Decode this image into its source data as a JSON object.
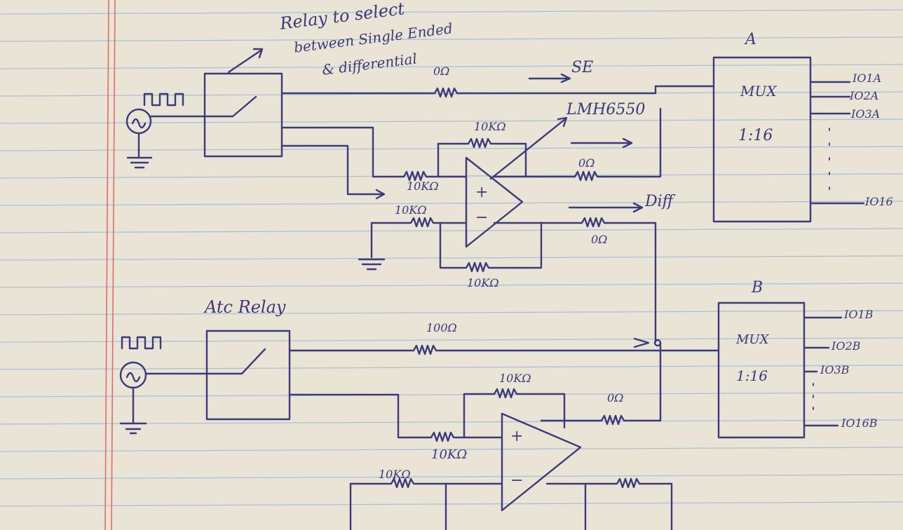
{
  "annotations": {
    "relay_note": [
      "Relay to select",
      "between Single Ended",
      "& differential"
    ],
    "se_label": "SE",
    "amp_label": "LMH6550",
    "diff_label": "Diff",
    "atc_relay": "Atc Relay"
  },
  "resistors": {
    "se_top": "0Ω",
    "feedback_top": "10KΩ",
    "in_plus": "10KΩ",
    "in_minus": "10KΩ",
    "out_plus": "0Ω",
    "out_minus": "0Ω",
    "feedback_bottom": "10KΩ",
    "b_se": "100Ω",
    "b_feedback": "10KΩ",
    "b_out": "0Ω",
    "b_in_plus": "10KΩ",
    "b_in_minus": "10KΩ"
  },
  "mux_a": {
    "letter": "A",
    "title": "MUX",
    "ratio": "1:16",
    "outputs": [
      "IO1A",
      "IO2A",
      "IO3A",
      "IO16"
    ]
  },
  "mux_b": {
    "letter": "B",
    "title": "MUX",
    "ratio": "1:16",
    "outputs": [
      "IO1B",
      "IO2B",
      "IO3B",
      "IO16B"
    ]
  },
  "colors": {
    "ink": "#3b3a7a",
    "paper": "#e9e4d6",
    "ruled_line": "#a9c2d6",
    "margin_line": "#e26a6a"
  }
}
